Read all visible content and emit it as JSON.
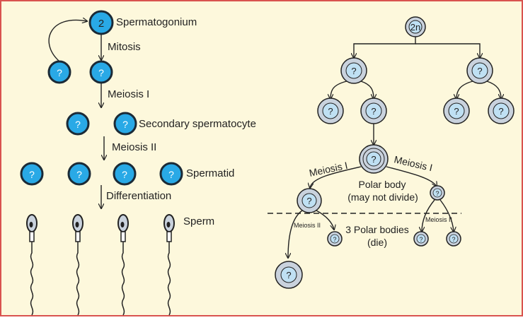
{
  "colors": {
    "background": "#fdf8dc",
    "border": "#d9534f",
    "blue_cell_fill": "#29a9e6",
    "blue_cell_stroke": "#1b2a36",
    "grey_cell_fill": "#c9d2dd",
    "grey_cell_inner": "#bfe0f3",
    "ink": "#222222"
  },
  "spermatogenesis": {
    "top_cell_value": "2",
    "spermatogonium_label": "Spermatogonium",
    "mitosis_label": "Mitosis",
    "mitosis_cells": [
      "?",
      "?"
    ],
    "meiosis1_label": "Meiosis I",
    "secondary_cells": [
      "?",
      "?"
    ],
    "secondary_label": "Secondary spermatocyte",
    "meiosis2_label": "Meiosis II",
    "spermatid_cells": [
      "?",
      "?",
      "?",
      "?"
    ],
    "spermatid_label": "Spermatid",
    "differentiation_label": "Differentiation",
    "sperm_label": "Sperm"
  },
  "oogenesis": {
    "root_value": "2n",
    "level1_cells": [
      "?",
      "?"
    ],
    "level2_cells": [
      "?",
      "?",
      "?",
      "?"
    ],
    "oocyte_cell": "?",
    "meiosis1_left_label": "Meiosis I",
    "meiosis1_right_label": "Meiosis I",
    "meiosis1_left_cell": "?",
    "polar_body_cell": "?",
    "polar_body_line1": "Polar body",
    "polar_body_line2": "(may not divide)",
    "meiosis2_left_label": "Meiosis II",
    "meiosis2_right_label": "Meiosis II",
    "polar_bodies_line1": "3 Polar bodies",
    "polar_bodies_line2": "(die)",
    "small_polar_cells": [
      "?",
      "?",
      "?"
    ],
    "final_cell": "?"
  }
}
